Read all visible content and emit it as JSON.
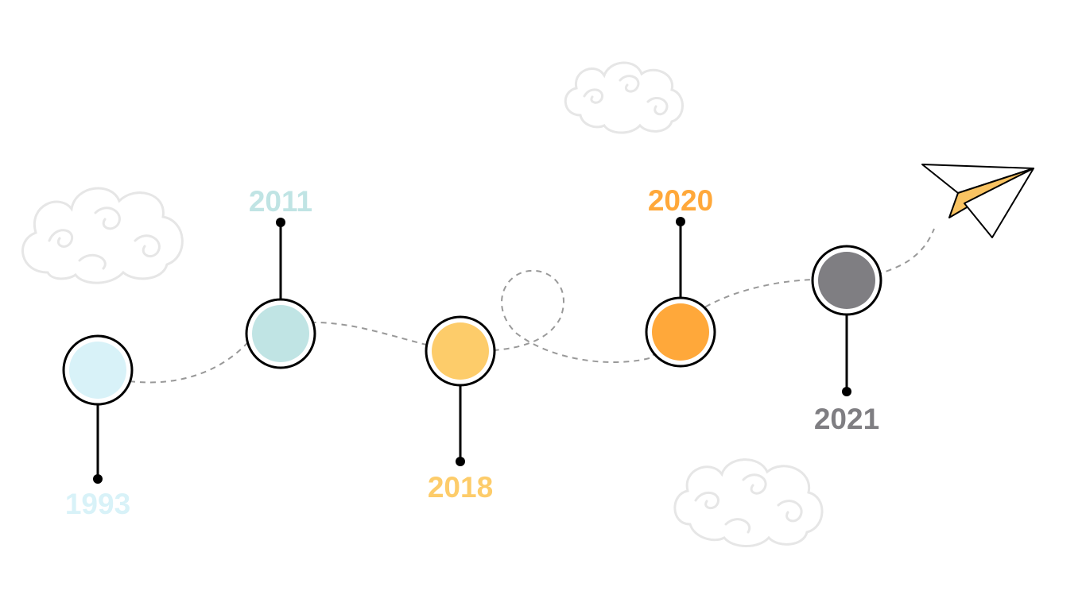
{
  "timeline": {
    "milestones": [
      {
        "year": "1993",
        "color": "#d8f2f8"
      },
      {
        "year": "2011",
        "color": "#c0e4e4"
      },
      {
        "year": "2018",
        "color": "#fdcc6a"
      },
      {
        "year": "2020",
        "color": "#ffa83a"
      },
      {
        "year": "2021",
        "color": "#7f7e82"
      }
    ],
    "path_color": "#999999",
    "stem_color": "#000000",
    "plane_accent": "#f9c362",
    "cloud_color": "#e6e6e6"
  }
}
